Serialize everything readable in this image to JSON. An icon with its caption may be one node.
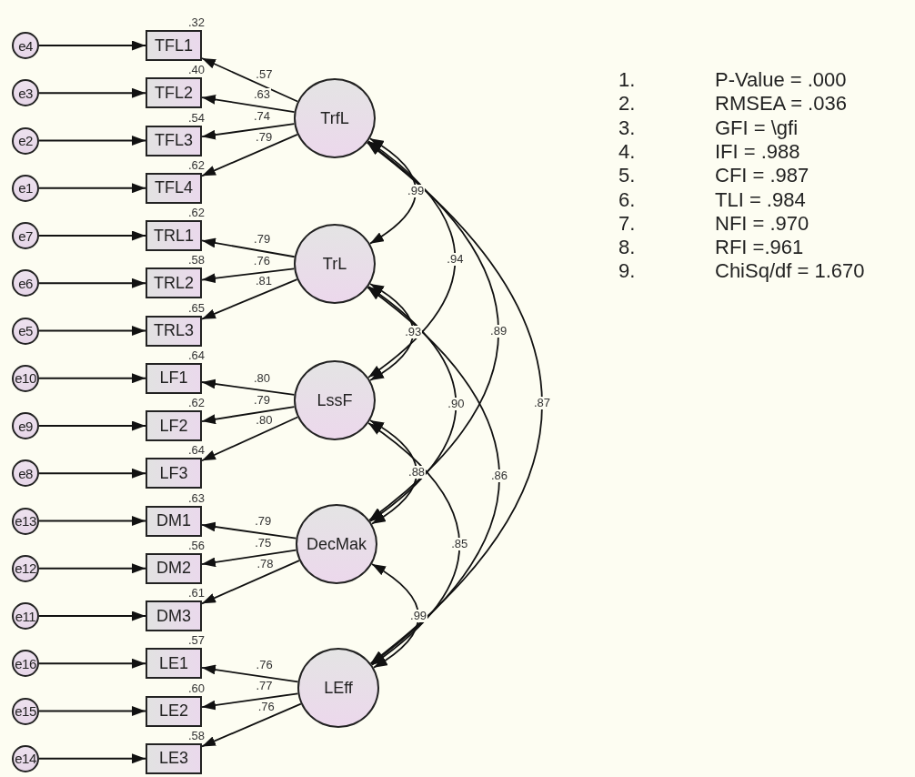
{
  "diagram": {
    "nodes": [
      {
        "text": [
          "e4"
        ]
      },
      {
        "text": [
          "e3"
        ]
      },
      {
        "text": [
          "e2"
        ]
      },
      {
        "text": [
          "e1"
        ]
      },
      {
        "text": [
          "e7"
        ]
      },
      {
        "text": [
          "e6"
        ]
      },
      {
        "text": [
          "e5"
        ]
      },
      {
        "text": [
          "e10"
        ]
      },
      {
        "text": [
          "e9"
        ]
      },
      {
        "text": [
          "e8"
        ]
      },
      {
        "text": [
          "e13"
        ]
      },
      {
        "text": [
          "e12"
        ]
      },
      {
        "text": [
          "e11"
        ]
      },
      {
        "text": [
          "e16"
        ]
      },
      {
        "text": [
          "e15"
        ]
      },
      {
        "text": [
          "e14"
        ]
      },
      {
        "text": [
          "TFL1"
        ],
        "beside": [
          ".32"
        ]
      },
      {
        "text": [
          "TFL2"
        ],
        "beside": [
          ".40"
        ]
      },
      {
        "text": [
          "TFL3"
        ],
        "beside": [
          ".54"
        ]
      },
      {
        "text": [
          "TFL4"
        ],
        "beside": [
          ".62"
        ]
      },
      {
        "text": [
          "TRL1"
        ],
        "beside": [
          ".62"
        ]
      },
      {
        "text": [
          "TRL2"
        ],
        "beside": [
          ".58"
        ]
      },
      {
        "text": [
          "TRL3"
        ],
        "beside": [
          ".65"
        ]
      },
      {
        "text": [
          "LF1"
        ],
        "beside": [
          ".64"
        ]
      },
      {
        "text": [
          "LF2"
        ],
        "beside": [
          ".62"
        ]
      },
      {
        "text": [
          "LF3"
        ],
        "beside": [
          ".64"
        ]
      },
      {
        "text": [
          "DM1"
        ],
        "beside": [
          ".63"
        ]
      },
      {
        "text": [
          "DM2"
        ],
        "beside": [
          ".56"
        ]
      },
      {
        "text": [
          "DM3"
        ],
        "beside": [
          ".61"
        ]
      },
      {
        "text": [
          "LE1"
        ],
        "beside": [
          ".57"
        ]
      },
      {
        "text": [
          "LE2"
        ],
        "beside": [
          ".60"
        ]
      },
      {
        "text": [
          "LE3"
        ],
        "beside": [
          ".58"
        ]
      },
      {
        "text": [
          "TrfL"
        ]
      },
      {
        "text": [
          "TrL"
        ]
      },
      {
        "text": [
          "LssF"
        ]
      },
      {
        "text": [
          "DecMak"
        ]
      },
      {
        "text": [
          "LEff"
        ]
      }
    ],
    "edges": [
      {
        "from": 0,
        "to": 16,
        "arrow": "to"
      },
      {
        "from": 1,
        "to": 17,
        "arrow": "to"
      },
      {
        "from": 2,
        "to": 18,
        "arrow": "to"
      },
      {
        "from": 3,
        "to": 19,
        "arrow": "to"
      },
      {
        "from": 4,
        "to": 20,
        "arrow": "to"
      },
      {
        "from": 5,
        "to": 21,
        "arrow": "to"
      },
      {
        "from": 6,
        "to": 22,
        "arrow": "to"
      },
      {
        "from": 7,
        "to": 23,
        "arrow": "to"
      },
      {
        "from": 8,
        "to": 24,
        "arrow": "to"
      },
      {
        "from": 9,
        "to": 25,
        "arrow": "to"
      },
      {
        "from": 10,
        "to": 26,
        "arrow": "to"
      },
      {
        "from": 11,
        "to": 27,
        "arrow": "to"
      },
      {
        "from": 12,
        "to": 28,
        "arrow": "to"
      },
      {
        "from": 13,
        "to": 29,
        "arrow": "to"
      },
      {
        "from": 14,
        "to": 30,
        "arrow": "to"
      },
      {
        "from": 15,
        "to": 31,
        "arrow": "to"
      },
      {
        "from": 32,
        "to": 16,
        "arrow": "to",
        "label": ".57"
      },
      {
        "from": 32,
        "to": 17,
        "arrow": "to",
        "label": ".63"
      },
      {
        "from": 32,
        "to": 18,
        "arrow": "to",
        "label": ".74"
      },
      {
        "from": 32,
        "to": 19,
        "arrow": "to",
        "label": ".79"
      },
      {
        "from": 33,
        "to": 20,
        "arrow": "to",
        "label": ".79"
      },
      {
        "from": 33,
        "to": 21,
        "arrow": "to",
        "label": ".76"
      },
      {
        "from": 33,
        "to": 22,
        "arrow": "to",
        "label": ".81"
      },
      {
        "from": 34,
        "to": 23,
        "arrow": "to",
        "label": ".80"
      },
      {
        "from": 34,
        "to": 24,
        "arrow": "to",
        "label": ".79"
      },
      {
        "from": 34,
        "to": 25,
        "arrow": "to",
        "label": ".80"
      },
      {
        "from": 35,
        "to": 26,
        "arrow": "to",
        "label": ".79"
      },
      {
        "from": 35,
        "to": 27,
        "arrow": "to",
        "label": ".75"
      },
      {
        "from": 35,
        "to": 28,
        "arrow": "to",
        "label": ".78"
      },
      {
        "from": 36,
        "to": 29,
        "arrow": "to",
        "label": ".76"
      },
      {
        "from": 36,
        "to": 30,
        "arrow": "to",
        "label": ".77"
      },
      {
        "from": 36,
        "to": 31,
        "arrow": "to",
        "label": ".76"
      },
      {
        "from": 32,
        "to": 33,
        "arrow": "both",
        "label": ".99"
      },
      {
        "from": 32,
        "to": 34,
        "arrow": "both",
        "label": ".94"
      },
      {
        "from": 32,
        "to": 35,
        "arrow": "both",
        "label": ".89"
      },
      {
        "from": 32,
        "to": 36,
        "arrow": "both",
        "label": ".87"
      },
      {
        "from": 33,
        "to": 34,
        "arrow": "both",
        "label": ".93"
      },
      {
        "from": 33,
        "to": 35,
        "arrow": "both",
        "label": ".90"
      },
      {
        "from": 33,
        "to": 36,
        "arrow": "both",
        "label": ".86"
      },
      {
        "from": 34,
        "to": 35,
        "arrow": "both",
        "label": ".88"
      },
      {
        "from": 34,
        "to": 36,
        "arrow": "both",
        "label": ".85"
      },
      {
        "from": 35,
        "to": 36,
        "arrow": "both",
        "label": ".99"
      }
    ],
    "labels": [
      "1.",
      "P-Value = .000",
      "2.",
      "RMSEA = .036",
      "3.",
      "GFI = \\gfi",
      "4.",
      "IFI = .988",
      "5.",
      "CFI = .987",
      "6.",
      "TLI = .984",
      "7.",
      "NFI = .970",
      "8.",
      "RFI =.961",
      "9.",
      "ChiSq/df = 1.670"
    ]
  }
}
